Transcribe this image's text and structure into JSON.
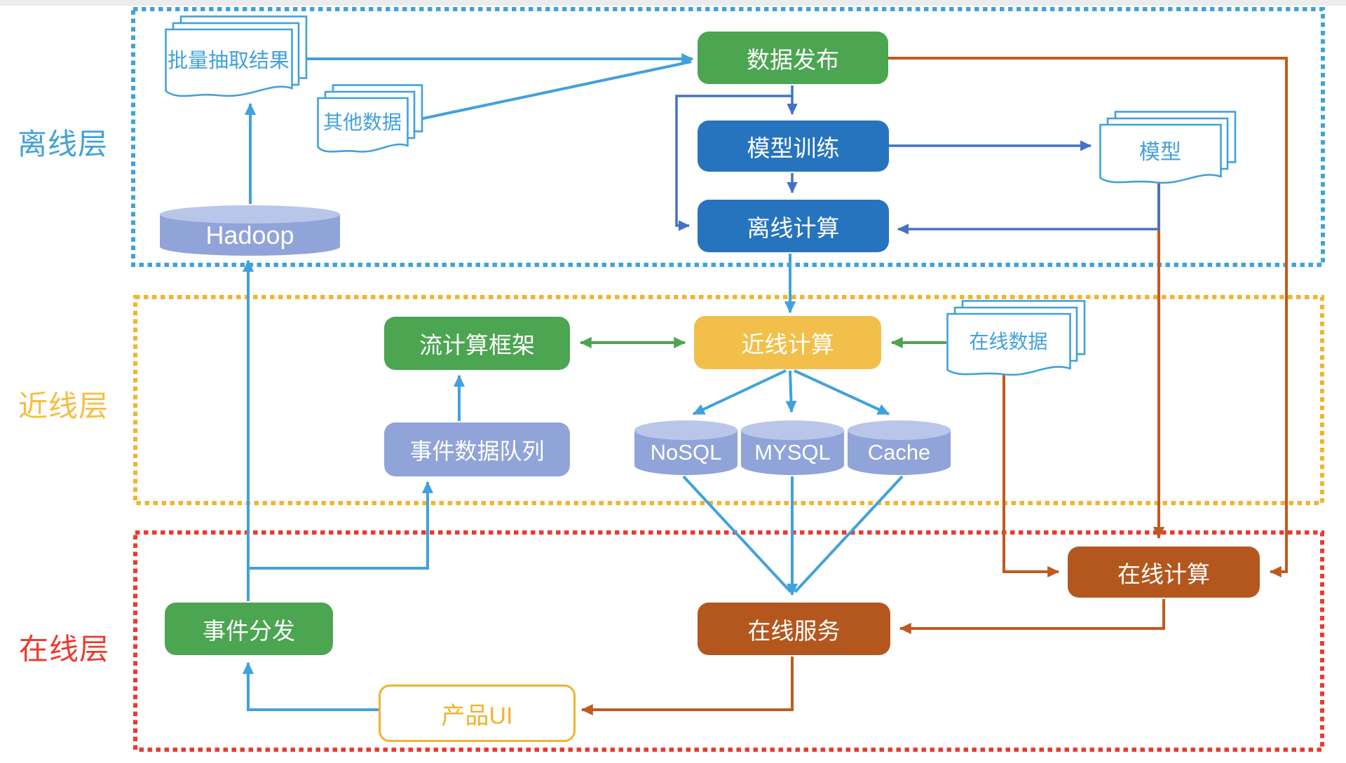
{
  "palette": {
    "lightblue": "#41A1DC",
    "darkblue": "#4472C4",
    "boxblue": "#2674BE",
    "green": "#4BA551",
    "goldbox": "#F2C04A",
    "gold-border": "#F0B42F",
    "gold-label": "#F5BE41",
    "orange": "#C05A1E",
    "brown": "#B4571E",
    "red": "#EC3A2F",
    "periwinkle": "#91A4D9",
    "peritop": "#BAC6E9"
  },
  "layers": [
    {
      "id": "offline",
      "label": "离线层",
      "border_color": "#41A1DC"
    },
    {
      "id": "nearline",
      "label": "近线层",
      "border_color": "#F5C242"
    },
    {
      "id": "online",
      "label": "在线层",
      "border_color": "#EC3A2F"
    }
  ],
  "nodes": {
    "batch_extract": {
      "label": "批量抽取结果",
      "type": "document-stack"
    },
    "other_data": {
      "label": "其他数据",
      "type": "document-stack"
    },
    "data_publish": {
      "label": "数据发布",
      "type": "process",
      "color": "#4BA551"
    },
    "model_training": {
      "label": "模型训练",
      "type": "process",
      "color": "#2674BE"
    },
    "offline_compute": {
      "label": "离线计算",
      "type": "process",
      "color": "#2674BE"
    },
    "model": {
      "label": "模型",
      "type": "document-stack"
    },
    "hadoop": {
      "label": "Hadoop",
      "type": "database-cylinder"
    },
    "stream_framework": {
      "label": "流计算框架",
      "type": "process",
      "color": "#4BA551"
    },
    "nearline_compute": {
      "label": "近线计算",
      "type": "process",
      "color": "#F2C04A"
    },
    "online_data": {
      "label": "在线数据",
      "type": "document-stack"
    },
    "event_queue": {
      "label": "事件数据队列",
      "type": "process",
      "color": "#91A4D9"
    },
    "nosql": {
      "label": "NoSQL",
      "type": "database-cylinder"
    },
    "mysql": {
      "label": "MYSQL",
      "type": "database-cylinder"
    },
    "cache": {
      "label": "Cache",
      "type": "database-cylinder"
    },
    "event_dispatch": {
      "label": "事件分发",
      "type": "process",
      "color": "#4BA551"
    },
    "online_service": {
      "label": "在线服务",
      "type": "process",
      "color": "#B4571E"
    },
    "online_compute": {
      "label": "在线计算",
      "type": "process",
      "color": "#B4571E"
    },
    "product_ui": {
      "label": "产品UI",
      "type": "process-outline",
      "color": "#F0B42F"
    }
  },
  "edges": [
    {
      "from": "批量抽取结果",
      "to": "数据发布",
      "color": "light-blue"
    },
    {
      "from": "其他数据",
      "to": "数据发布",
      "color": "light-blue"
    },
    {
      "from": "数据发布",
      "to": "模型训练",
      "color": "dark-blue"
    },
    {
      "from": "数据发布",
      "to": "离线计算",
      "color": "dark-blue"
    },
    {
      "from": "模型训练",
      "to": "离线计算",
      "color": "dark-blue"
    },
    {
      "from": "模型训练",
      "to": "模型",
      "color": "dark-blue"
    },
    {
      "from": "模型",
      "to": "离线计算",
      "color": "dark-blue"
    },
    {
      "from": "模型",
      "to": "在线计算",
      "color": "orange"
    },
    {
      "from": "数据发布",
      "to": "在线计算",
      "color": "orange"
    },
    {
      "from": "离线计算",
      "to": "近线计算",
      "color": "light-blue"
    },
    {
      "from": "流计算框架",
      "to": "近线计算",
      "color": "green",
      "bidirectional": true
    },
    {
      "from": "在线数据",
      "to": "近线计算",
      "color": "green"
    },
    {
      "from": "在线数据",
      "to": "在线计算",
      "color": "orange"
    },
    {
      "from": "近线计算",
      "to": "NoSQL",
      "color": "light-blue"
    },
    {
      "from": "近线计算",
      "to": "MYSQL",
      "color": "light-blue"
    },
    {
      "from": "近线计算",
      "to": "Cache",
      "color": "light-blue"
    },
    {
      "from": "NoSQL",
      "to": "在线服务",
      "color": "light-blue"
    },
    {
      "from": "MYSQL",
      "to": "在线服务",
      "color": "light-blue"
    },
    {
      "from": "Cache",
      "to": "在线服务",
      "color": "light-blue"
    },
    {
      "from": "事件数据队列",
      "to": "流计算框架",
      "color": "light-blue"
    },
    {
      "from": "事件分发",
      "to": "Hadoop",
      "color": "light-blue"
    },
    {
      "from": "事件分发",
      "to": "事件数据队列",
      "color": "light-blue"
    },
    {
      "from": "Hadoop",
      "to": "批量抽取结果",
      "color": "light-blue"
    },
    {
      "from": "在线计算",
      "to": "在线服务",
      "color": "orange"
    },
    {
      "from": "在线服务",
      "to": "产品UI",
      "color": "orange"
    },
    {
      "from": "产品UI",
      "to": "事件分发",
      "color": "light-blue"
    }
  ]
}
